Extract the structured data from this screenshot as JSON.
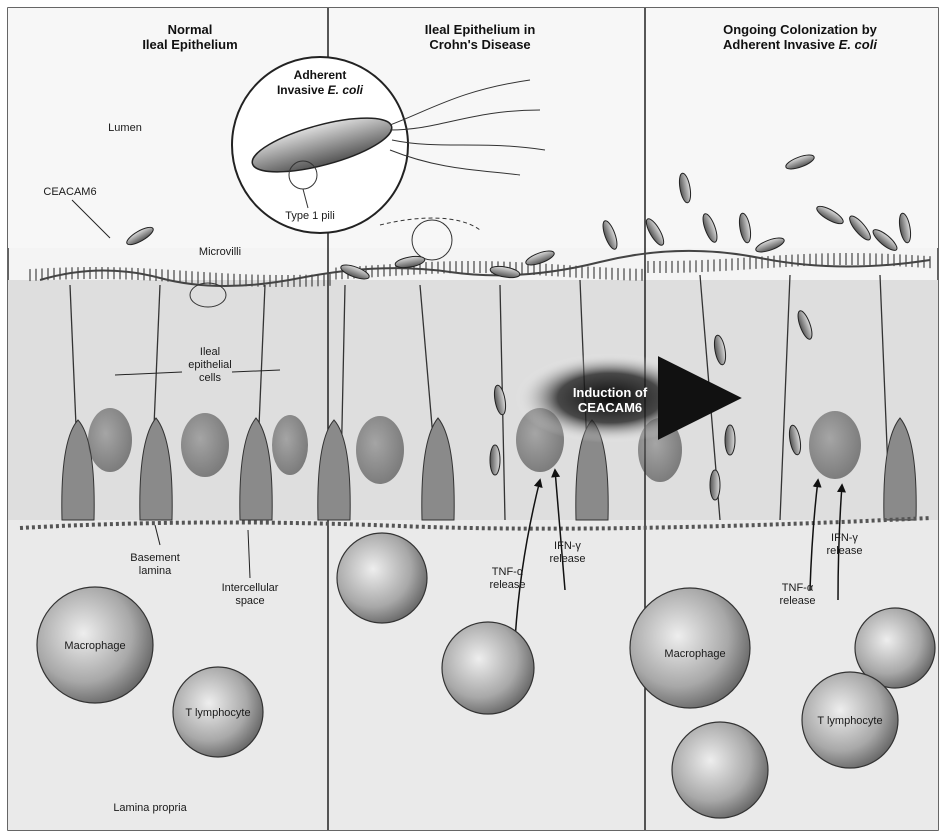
{
  "panels": {
    "normal": {
      "title_line1": "Normal",
      "title_line2": "Ileal Epithelium"
    },
    "crohns": {
      "title_line1": "Ileal Epithelium in",
      "title_line2": "Crohn's Disease"
    },
    "colonization": {
      "title_line1": "Ongoing Colonization by",
      "title_line2_plain": "Adherent Invasive ",
      "title_line2_italic": "E. coli"
    }
  },
  "inset": {
    "title_line1": "Adherent",
    "title_line2_plain": "Invasive ",
    "title_line2_italic": "E. coli",
    "pili_label": "Type 1 pili"
  },
  "labels": {
    "lumen": "Lumen",
    "ceacam6": "CEACAM6",
    "microvilli": "Microvilli",
    "ileal_cells_1": "Ileal",
    "ileal_cells_2": "epithelial",
    "ileal_cells_3": "cells",
    "basement_1": "Basement",
    "basement_2": "lamina",
    "intercellular_1": "Intercellular",
    "intercellular_2": "space",
    "macrophage_left": "Macrophage",
    "t_lymph_left": "T lymphocyte",
    "lamina_propria": "Lamina propria",
    "induction_1": "Induction of",
    "induction_2": "CEACAM6",
    "tnf_mid_1": "TNF-α",
    "tnf_mid_2": "release",
    "ifn_mid_1": "IFN-γ",
    "ifn_mid_2": "release",
    "tnf_right_1": "TNF-α",
    "tnf_right_2": "release",
    "ifn_right_1": "IFN-γ",
    "ifn_right_2": "release",
    "macrophage_right": "Macrophage",
    "t_lymph_right": "T lymphocyte"
  },
  "colors": {
    "tissue": "#d9d9d9",
    "cell": "#c8c8c8",
    "outline": "#333333",
    "arrow": "#111111"
  }
}
